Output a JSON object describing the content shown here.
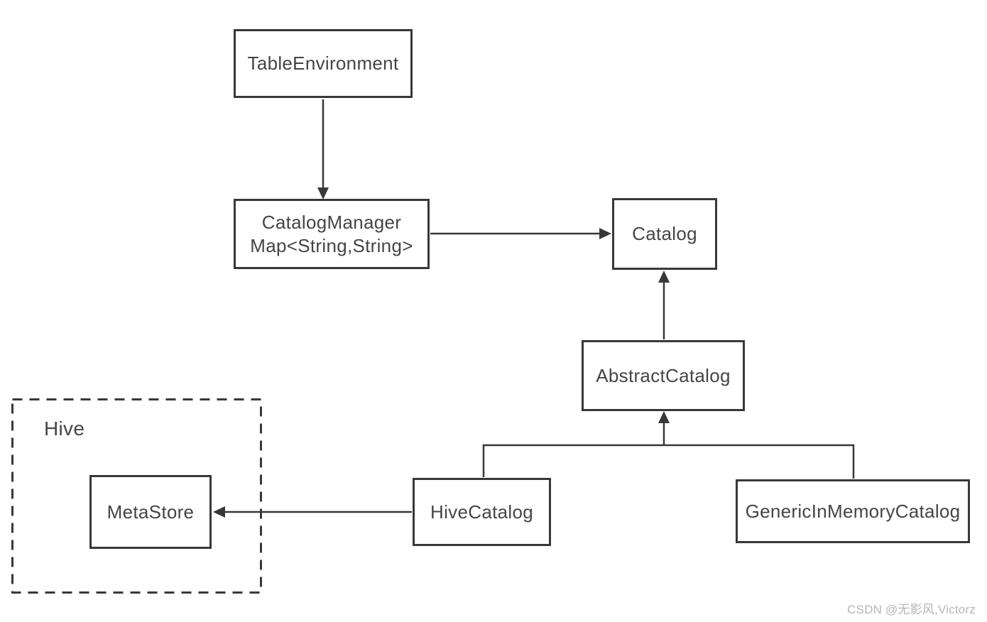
{
  "diagram": {
    "nodes": {
      "tableEnvironment": {
        "label": "TableEnvironment"
      },
      "catalogManager": {
        "label_line1": "CatalogManager",
        "label_line2": "Map<String,String>"
      },
      "catalog": {
        "label": "Catalog"
      },
      "abstractCatalog": {
        "label": "AbstractCatalog"
      },
      "hiveCatalog": {
        "label": "HiveCatalog"
      },
      "genericInMemoryCatalog": {
        "label": "GenericInMemoryCatalog"
      },
      "metaStore": {
        "label": "MetaStore"
      },
      "hiveGroup": {
        "label": "Hive"
      }
    },
    "edges": [
      {
        "from": "TableEnvironment",
        "to": "CatalogManager",
        "type": "arrow-down"
      },
      {
        "from": "CatalogManager",
        "to": "Catalog",
        "type": "arrow-right"
      },
      {
        "from": "AbstractCatalog",
        "to": "Catalog",
        "type": "arrow-up"
      },
      {
        "from": "HiveCatalog",
        "to": "AbstractCatalog",
        "type": "arrow-up-via-branch"
      },
      {
        "from": "GenericInMemoryCatalog",
        "to": "AbstractCatalog",
        "type": "arrow-up-via-branch"
      },
      {
        "from": "HiveCatalog",
        "to": "MetaStore",
        "type": "arrow-left"
      }
    ],
    "colors": {
      "line": "#383838",
      "text": "#454545",
      "background": "#ffffff",
      "watermark": "#b5b5b5"
    }
  },
  "watermark": {
    "text": "CSDN @无影风,Victorz"
  }
}
